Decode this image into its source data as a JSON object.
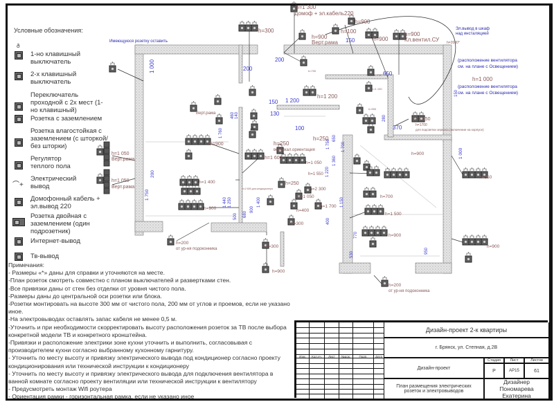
{
  "legend": {
    "title": "Условные обозначения:",
    "items": [
      {
        "icon": "single-key-switch-icon",
        "label": "1-но клавишный выключатель"
      },
      {
        "icon": "double-key-switch-icon",
        "label": "2-х клавишный выключатель"
      },
      {
        "icon": "pass-through-switch-icon",
        "label": "Переключатель проходной с 2х мест (1-но клавишный)"
      },
      {
        "icon": "grounded-socket-icon",
        "label": "Розетка с заземлением"
      },
      {
        "icon": "waterproof-socket-icon",
        "label": "Розетка влагостойкая с заземлением (с шторкой/ без шторки)"
      },
      {
        "icon": "floor-heating-regulator-icon",
        "label": "Регулятор теплого пола"
      },
      {
        "icon": "electrical-outlet-icon",
        "label": "Электрический вывод"
      },
      {
        "icon": "intercom-cable-icon",
        "label": "Домофонный кабель + эл.вывод 220"
      },
      {
        "icon": "double-socket-icon",
        "label": "Розетка двойная с заземлением (один подрозетник)"
      },
      {
        "icon": "internet-outlet-icon",
        "label": "Интернет-вывод"
      },
      {
        "icon": "tv-outlet-icon",
        "label": "Тв-вывод"
      }
    ]
  },
  "notes": {
    "title": "Примечания:",
    "items": [
      "- Размеры «*» даны для справки и уточняются на месте.",
      "-План розеток смотреть совместно с планом выключателей и развертками стен.",
      "-Все привязки даны от стен без отделки от уровня чистого пола.",
      "-Размеры даны до центральной оси розетки или блока.",
      "-Розетки монтировать на высоте 300 мм от чистого пола, 200 мм от углов и проемов, если не указано иное.",
      "-На электровыводах оставлять запас кабеля не менее 0,5 м.",
      "-Уточнить и при необходимости скорректировать высоту расположения розеток за ТВ после выбора конкретной модели ТВ и конкретного кронштейна.",
      "-Привязки и расположение электрики зоне кухни уточнить и выполнить, согласовывая с производителем кухни согласно выбранному кухонному гарнитуру.",
      "- Уточнить по месту высоту и привязку электрического вывода под кондиционер согласно проекту кондиционирования или технической инструкции к кондиционеру",
      "- Уточнить по месту высоту и привязку электрического вывода для подключения вентилятора в ванной комнате согласно проекту вентиляции или технической инструкции к вентилятору",
      "- Предусмотреть монтаж Wifi роутера",
      "- Ориентация рамки - горизонтальная рамка, если не указано иное"
    ]
  },
  "title_block": {
    "headers": [
      "Изм.",
      "Кол.уч.",
      "Лист",
      "№док.",
      "Подп.",
      "Дата"
    ],
    "project": "Дизайн-проект 2-к квартиры",
    "address": "г. Брянск, ул. Степная, д.2В",
    "stage_section": "Дизайн-проект",
    "stage_label": "Стадия",
    "sheet_label": "Лист",
    "sheets_label": "Листов",
    "stage": "Р",
    "sheet": "АР15",
    "sheets": "61",
    "drawing_title": "План размещения электрических розеток и электровыводов",
    "designer_role": "Дизайнер",
    "designer_name": "Пономарева Екатерина"
  },
  "plan": {
    "colors": {
      "wall": "#d8d8d8",
      "symbol": "#666666",
      "dimension": "#3a3ad0",
      "annotation": "#8a5a5a",
      "note": "#2a2ab0"
    },
    "labels": [
      "Имеющуюся розетку оставить",
      "h=300",
      "h=1 300",
      "Домоф + эл.кабель220",
      "h=900",
      "Верт.рама",
      "200",
      "200",
      "1 000",
      "h=700",
      "h=900",
      "h=100",
      "150",
      "h=900",
      "h=900",
      "Кл.вентил.СУ",
      "Эл.вывод в шкаф",
      "над инсталяцией",
      "h=2000*",
      "(расположение вентилятора",
      "см. на плане с Освещением)",
      "h=1 000",
      "(расположение вентилятора",
      "см. на плане с Освещением)",
      "650",
      "h=700",
      "h=1 100",
      "150",
      "1 200",
      "h=1 200",
      "130",
      "100",
      "h=250",
      "Верт.рама",
      "460",
      "140",
      "1 760",
      "h=1 050",
      "h=1700",
      "для подсветки зеркала (включение на корпусе)",
      "370",
      "280",
      "h=900",
      "h=900",
      "h=250",
      "вертикал.ориентация",
      "h=1 600",
      "h=1 050",
      "h=1 550",
      "h=250",
      "h=2 300",
      "h=1 050",
      "h=1 700",
      "h=400",
      "h=300",
      "h=1 050",
      "Верт.рама",
      "h=1 050",
      "Верт.рама",
      "200",
      "1 750",
      "h=1 400",
      "h=900",
      "h=2 600 для кондиционера",
      "1 440",
      "1 250",
      "500",
      "680",
      "900",
      "1 400",
      "h=200",
      "от ур-ня подоконника",
      "h=300",
      "h=900",
      "h=900",
      "1 000",
      "h=650",
      "h=700",
      "h=1 500",
      "h=900",
      "770",
      "530",
      "950",
      "h=900",
      "h=200",
      "от ур-ня подоконника",
      "1 750",
      "650",
      "1 700",
      "1 360",
      "1 220",
      "1 150",
      "400",
      "150"
    ]
  }
}
